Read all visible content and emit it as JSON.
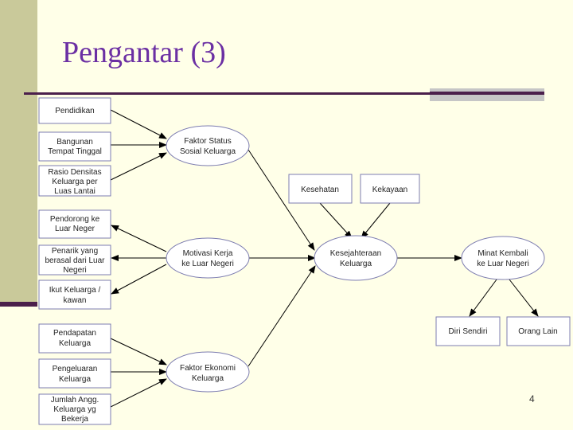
{
  "slide": {
    "title": "Pengantar (3)",
    "page_number": "4"
  },
  "diagram": {
    "boxes": {
      "pendidikan": [
        "Pendidikan"
      ],
      "bangunan": [
        "Bangunan",
        "Tempat Tinggal"
      ],
      "rasio": [
        "Rasio Densitas",
        "Keluarga per",
        "Luas Lantai"
      ],
      "pendorong": [
        "Pendorong ke",
        "Luar Neger"
      ],
      "penarik": [
        "Penarik yang",
        "berasal dari Luar",
        "Negeri"
      ],
      "ikut": [
        "Ikut Keluarga /",
        "kawan"
      ],
      "pendapatan": [
        "Pendapatan",
        "Keluarga"
      ],
      "pengeluaran": [
        "Pengeluaran",
        "Keluarga"
      ],
      "jumlah": [
        "Jumlah Angg.",
        "Keluarga yg",
        "Bekerja"
      ],
      "kesehatan": [
        "Kesehatan"
      ],
      "kekayaan": [
        "Kekayaan"
      ],
      "diri": [
        "Diri Sendiri"
      ],
      "orang": [
        "Orang Lain"
      ]
    },
    "ellipses": {
      "faktor_status": [
        "Faktor Status",
        "Sosial Keluarga"
      ],
      "motivasi": [
        "Motivasi Kerja",
        "ke Luar Negeri"
      ],
      "faktor_ekonomi": [
        "Faktor Ekonomi",
        "Keluarga"
      ],
      "kesejahteraan": [
        "Kesejahteraan",
        "Keluarga"
      ],
      "minat": [
        "Minat Kembali",
        "ke Luar Negeri"
      ]
    }
  }
}
